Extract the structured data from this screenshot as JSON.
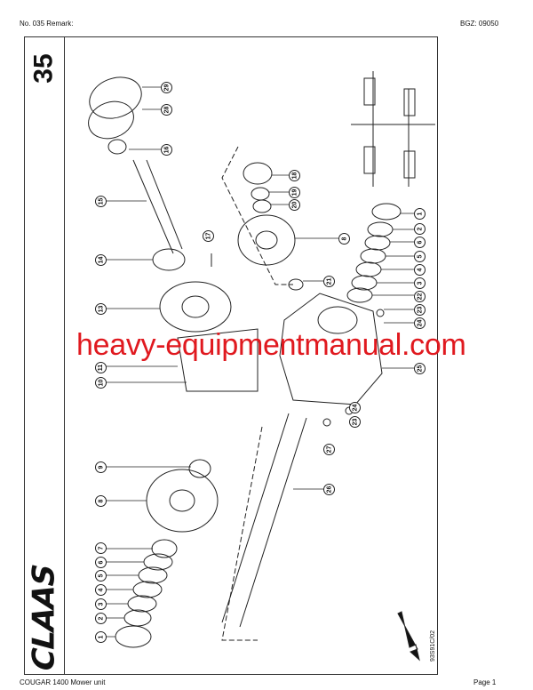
{
  "header": {
    "left": "No. 035   Remark:",
    "right": "BGZ: 09050"
  },
  "footer": {
    "left": "COUGAR 1400 Mower unit",
    "right": "Page 1"
  },
  "sheet_number": "35",
  "logo_text": "CLAAS",
  "drawing_reference": "93S91C/02",
  "watermark": "heavy-equipmentmanual.com",
  "callouts": [
    "29",
    "28",
    "16",
    "15",
    "14",
    "13",
    "11",
    "10",
    "17",
    "18",
    "19",
    "20",
    "8",
    "21",
    "1",
    "2",
    "6",
    "5",
    "4",
    "3",
    "22",
    "23",
    "24",
    "25",
    "24",
    "23",
    "27",
    "26",
    "9",
    "8",
    "7",
    "6",
    "5",
    "4",
    "3",
    "2",
    "1"
  ]
}
